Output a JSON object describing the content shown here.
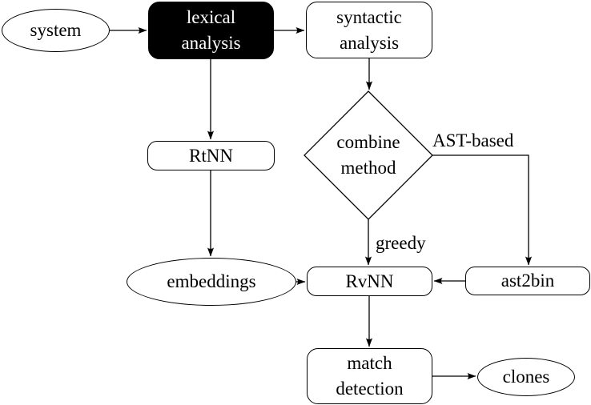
{
  "figure": {
    "type": "flowchart",
    "background": "#ffffff"
  },
  "colors": {
    "stroke": "#000000",
    "node_fill": "#ffffff",
    "highlight_fill": "#000000",
    "highlight_text": "#ffffff",
    "text": "#000000"
  },
  "nodes": {
    "system": {
      "label": "system",
      "shape": "ellipse"
    },
    "lexical_analysis": {
      "line1": "lexical",
      "line2": "analysis",
      "shape": "rounded-rect",
      "emphasis": "filled-black"
    },
    "syntactic_analysis": {
      "line1": "syntactic",
      "line2": "analysis",
      "shape": "rounded-rect"
    },
    "rtnn": {
      "label": "RtNN",
      "shape": "rounded-rect"
    },
    "combine_method": {
      "line1": "combine",
      "line2": "method",
      "shape": "diamond"
    },
    "embeddings": {
      "label": "embeddings",
      "shape": "ellipse"
    },
    "rvnn": {
      "label": "RvNN",
      "shape": "rounded-rect"
    },
    "ast2bin": {
      "label": "ast2bin",
      "shape": "rounded-rect"
    },
    "match_detection": {
      "line1": "match",
      "line2": "detection",
      "shape": "rounded-rect"
    },
    "clones": {
      "label": "clones",
      "shape": "ellipse"
    }
  },
  "edges": [
    {
      "from": "system",
      "to": "lexical_analysis",
      "label": ""
    },
    {
      "from": "lexical_analysis",
      "to": "syntactic_analysis",
      "label": ""
    },
    {
      "from": "lexical_analysis",
      "to": "rtnn",
      "label": ""
    },
    {
      "from": "rtnn",
      "to": "embeddings",
      "label": ""
    },
    {
      "from": "syntactic_analysis",
      "to": "combine_method",
      "label": ""
    },
    {
      "from": "combine_method",
      "to": "rvnn",
      "label": "greedy"
    },
    {
      "from": "combine_method",
      "to": "ast2bin",
      "label": "AST-based"
    },
    {
      "from": "embeddings",
      "to": "rvnn",
      "label": ""
    },
    {
      "from": "ast2bin",
      "to": "rvnn",
      "label": ""
    },
    {
      "from": "rvnn",
      "to": "match_detection",
      "label": ""
    },
    {
      "from": "match_detection",
      "to": "clones",
      "label": ""
    }
  ]
}
